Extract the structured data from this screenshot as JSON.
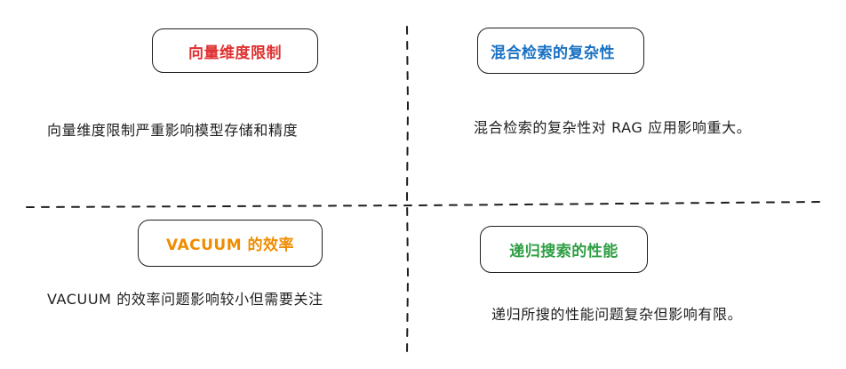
{
  "colors": {
    "red": "#e03131",
    "blue": "#1971c2",
    "orange": "#f08c00",
    "green": "#2f9e44",
    "ink": "#1e1e1e"
  },
  "quadrants": {
    "top_left": {
      "tag": "向量维度限制",
      "description": "向量维度限制严重影响模型存储和精度"
    },
    "top_right": {
      "tag": "混合检索的复杂性",
      "description": "混合检索的复杂性对 RAG 应用影响重大。"
    },
    "bottom_left": {
      "tag": "VACUUM 的效率",
      "description": "VACUUM 的效率问题影响较小但需要关注"
    },
    "bottom_right": {
      "tag": "递归搜索的性能",
      "description": "递归所搜的性能问题复杂但影响有限。"
    }
  }
}
